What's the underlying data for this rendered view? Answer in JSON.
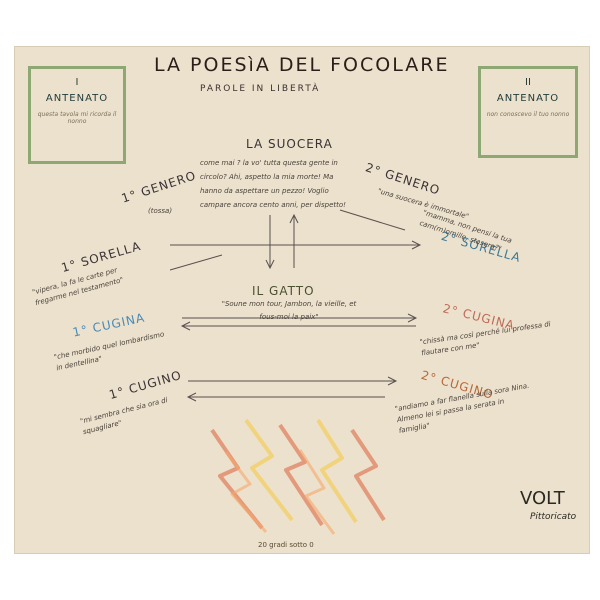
{
  "header": {
    "title": "LA POESìA DEL FOCOLARE",
    "subtitle": "PAROLE IN LIBERTÀ"
  },
  "antenato_1": {
    "roman": "I",
    "name": "ANTENATO",
    "note": "questa tavola mi ricorda il nonno"
  },
  "antenato_2": {
    "roman": "II",
    "name": "ANTENATO",
    "note": "non conoscevo il tuo nonno"
  },
  "suocera": {
    "label": "LA SUOCERA",
    "quote": "come mai ? la vo' tutta questa gente in circolo? Ahi, aspetto la mia morte! Ma hanno da aspettare un pezzo! Voglio campare ancora cento anni, per dispetto!"
  },
  "genero_1": {
    "label": "1° GENERO",
    "quote": "(tossa)"
  },
  "genero_2": {
    "label": "2° GENERO",
    "quote": "\"una suocera è immortale\""
  },
  "sorella_1": {
    "label": "1° SORELLA",
    "quote": "\"vipera, la fa le carte per fregarme nel testamento\""
  },
  "sorella_2": {
    "label": "2° SORELLA",
    "quote": "\"mamma, non pensi la tua cam(m)omille, stasera?\""
  },
  "gatto": {
    "label": "IL GATTO",
    "quote": "\"Soune mon tour, Jambon, la vieille, et fous-moi la paix\""
  },
  "cugina_1": {
    "label": "1° CUGINA",
    "quote": "\"che morbido quel lombardismo in dentellina\""
  },
  "cugina_2": {
    "label": "2° CUGINA",
    "quote": "\"chissà ma così perché lui professa di flautare con me\""
  },
  "cugino_1": {
    "label": "1° CUGINO",
    "quote": "\"mi sembra che sia ora di squagliare\""
  },
  "cugino_2": {
    "label": "2° CUGINO",
    "quote": "\"andiamo a far flanella sulla sora Nina. Almeno lei si passa la serata in famiglia\""
  },
  "signature": {
    "name": "VOLT",
    "role": "Pittoricato"
  },
  "footer": {
    "temperature": "20 gradi sotto 0"
  },
  "colors": {
    "paper": "#ece1cc",
    "box_border": "#8ea874",
    "flame_red": "#e07a5a",
    "flame_yellow": "#f2cf6a",
    "cugina": "#4a8ab8",
    "sorella_2": "#3a7a9a",
    "cugina_2": "#c06a58",
    "cugino_2": "#b86838"
  }
}
